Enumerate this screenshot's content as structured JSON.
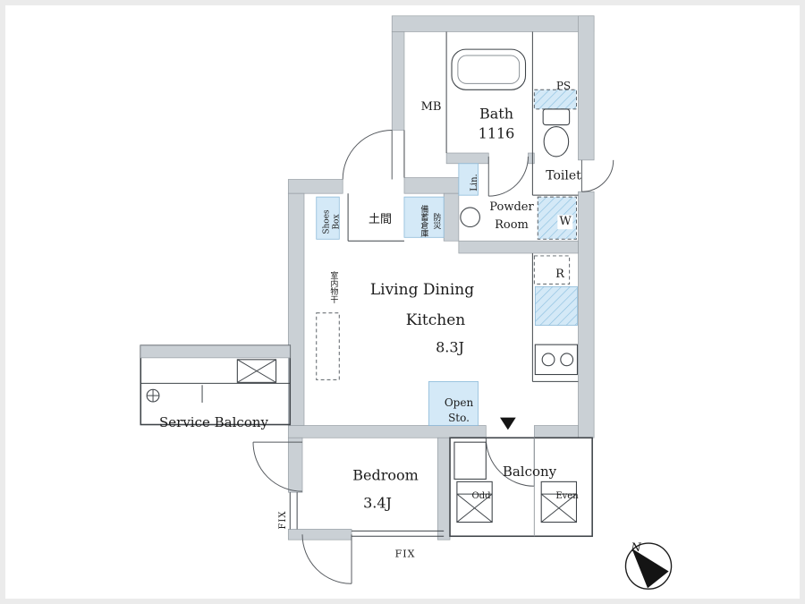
{
  "colors": {
    "wall": "#cad0d5",
    "wall_stroke": "#979ea4",
    "highlight": "#d4e9f7",
    "highlight_stroke": "#8bb9d8",
    "hatch_line": "#8bbfdf",
    "line": "#3f4449",
    "text": "#1c1c1c",
    "frame": "#ebebeb"
  },
  "rooms": {
    "ldk": {
      "line1": "Living Dining",
      "line2": "Kitchen",
      "size": "8.3J"
    },
    "bedroom": {
      "name": "Bedroom",
      "size": "3.4J"
    },
    "bath": {
      "name": "Bath",
      "size": "1116"
    },
    "toilet": {
      "name": "Toilet"
    },
    "powder_room": {
      "line1": "Powder",
      "line2": "Room"
    },
    "balcony": {
      "name": "Balcony"
    },
    "service_balcony": {
      "name": "Service Balcony"
    },
    "entrance": {
      "name": "土間"
    }
  },
  "fixtures": {
    "meter_box": "MB",
    "pipe_space": "PS",
    "linen": "Lin.",
    "washer": "W",
    "fridge": "R",
    "shoes_box_line1": "Shoes",
    "shoes_box_line2": "Box",
    "storage_col1": "防災",
    "storage_col2": "備蓄倉庫",
    "indoor_drying": "室内物干",
    "open_storage_line1": "Open",
    "open_storage_line2": "Sto."
  },
  "windows": {
    "fix_left": "FIX",
    "fix_bottom": "FIX"
  },
  "evacuation": {
    "odd": "Odd",
    "even": "Even"
  },
  "compass": {
    "north": "N"
  }
}
